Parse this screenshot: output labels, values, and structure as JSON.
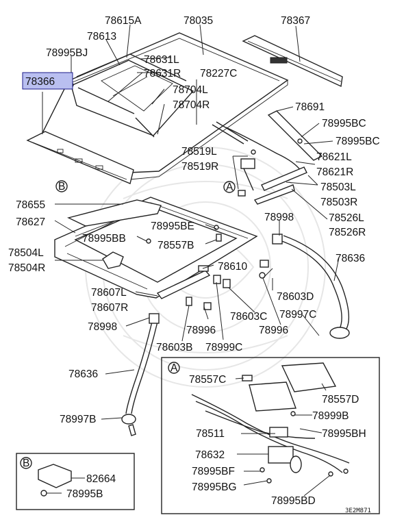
{
  "title": "",
  "highlight_color": "#b9bff0",
  "labels": {
    "p78615A": "78615A",
    "p78035": "78035",
    "p78367": "78367",
    "p78613": "78613",
    "p78995BJ": "78995BJ",
    "p78631L": "78631L",
    "p78631R": "78631R",
    "p78227C": "78227C",
    "p78366": "78366",
    "p78704L": "78704L",
    "p78704R": "78704R",
    "p78691": "78691",
    "p78995BC_a": "78995BC",
    "p78995BC_b": "78995BC",
    "p78519L": "78519L",
    "p78519R": "78519R",
    "p78621L": "78621L",
    "p78621R": "78621R",
    "p78503L": "78503L",
    "p78503R": "78503R",
    "p78526L": "78526L",
    "p78526R": "78526R",
    "p78655": "78655",
    "p78627": "78627",
    "p78998_a": "78998",
    "p78995BE": "78995BE",
    "p78995BB": "78995BB",
    "p78557B": "78557B",
    "p78504L": "78504L",
    "p78504R": "78504R",
    "p78636_a": "78636",
    "p78610": "78610",
    "p78607L": "78607L",
    "p78607R": "78607R",
    "p78603D": "78603D",
    "p78997C": "78997C",
    "p78603C": "78603C",
    "p78996_a": "78996",
    "p78996_b": "78996",
    "p78998_b": "78998",
    "p78603B": "78603B",
    "p78999C": "78999C",
    "p78636_b": "78636",
    "p78997B": "78997B",
    "p78557C": "78557C",
    "p78557D": "78557D",
    "p78999B": "78999B",
    "p78511": "78511",
    "p78995BH": "78995BH",
    "p78632": "78632",
    "p78995BF": "78995BF",
    "p78995BG": "78995BG",
    "p78995BD": "78995BD",
    "p82664": "82664",
    "p78995B": "78995B"
  },
  "callouts": {
    "A": "A",
    "B": "B",
    "A_box": "A",
    "B_box": "B"
  },
  "diagram_code": "3E2M871"
}
